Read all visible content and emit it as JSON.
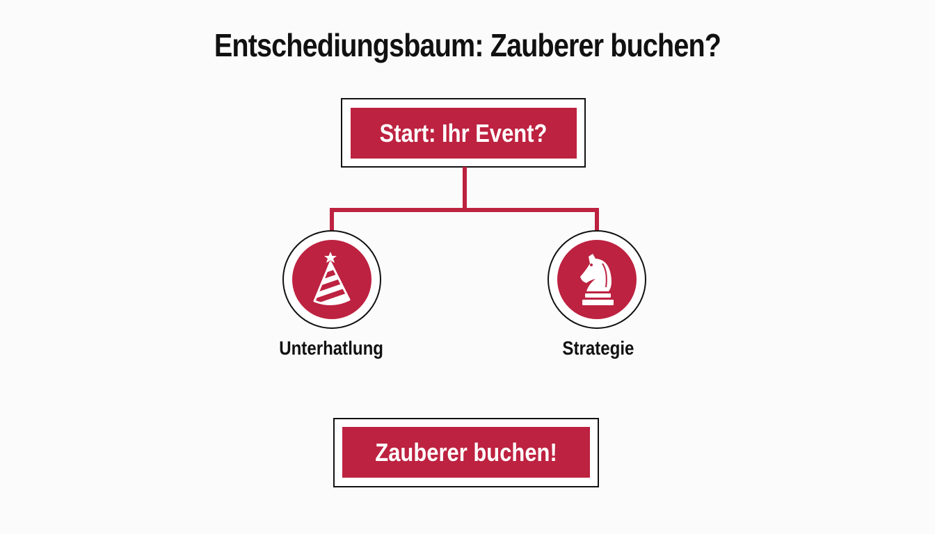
{
  "title": "Entschediungsbaum: Zauberer buchen?",
  "colors": {
    "accent": "#bd2240",
    "border": "#111111",
    "background": "#fbfbfb"
  },
  "start_node": {
    "label": "Start: Ihr Event?"
  },
  "branches": [
    {
      "label": "Unterhatlung",
      "icon": "party-hat-icon"
    },
    {
      "label": "Strategie",
      "icon": "chess-knight-icon"
    }
  ],
  "result_node": {
    "label": "Zauberer buchen!"
  }
}
